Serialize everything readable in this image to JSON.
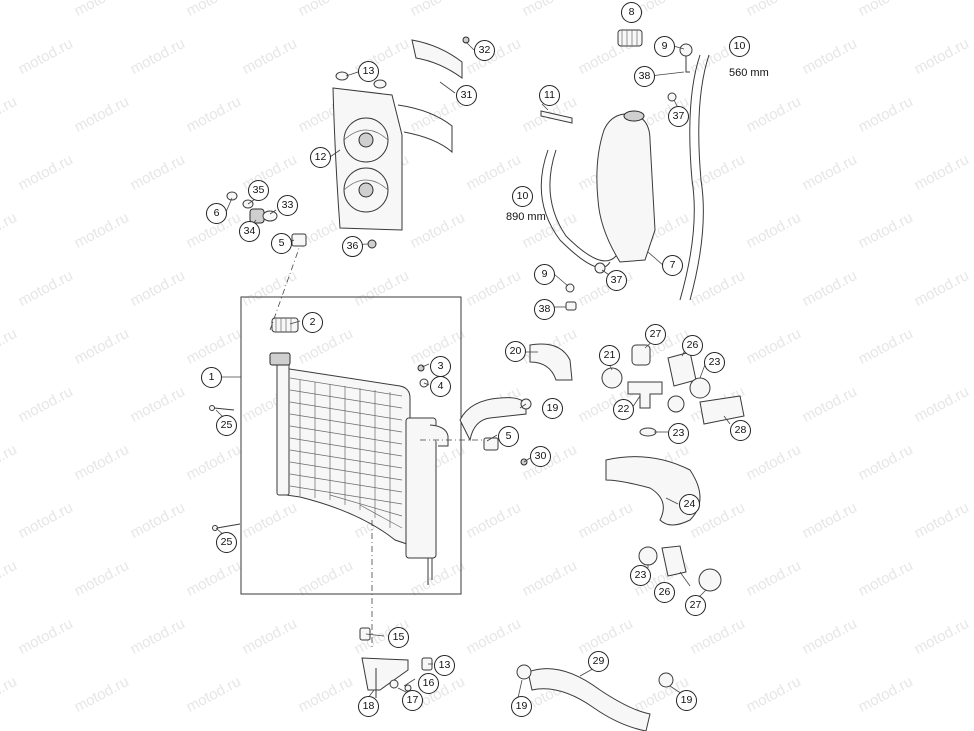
{
  "watermark": {
    "text": "motod.ru"
  },
  "dimensions": {
    "hose_short": "560 mm",
    "hose_long": "890 mm"
  },
  "callouts": [
    {
      "id": "c8",
      "label": "8"
    },
    {
      "id": "c9a",
      "label": "9"
    },
    {
      "id": "c10a",
      "label": "10"
    },
    {
      "id": "c32",
      "label": "32"
    },
    {
      "id": "c13a",
      "label": "13"
    },
    {
      "id": "c38a",
      "label": "38"
    },
    {
      "id": "c31",
      "label": "31"
    },
    {
      "id": "c11",
      "label": "11"
    },
    {
      "id": "c37a",
      "label": "37"
    },
    {
      "id": "c12",
      "label": "12"
    },
    {
      "id": "c35",
      "label": "35"
    },
    {
      "id": "c10b",
      "label": "10"
    },
    {
      "id": "c6",
      "label": "6"
    },
    {
      "id": "c33",
      "label": "33"
    },
    {
      "id": "c34",
      "label": "34"
    },
    {
      "id": "c5a",
      "label": "5"
    },
    {
      "id": "c36",
      "label": "36"
    },
    {
      "id": "c7",
      "label": "7"
    },
    {
      "id": "c9b",
      "label": "9"
    },
    {
      "id": "c37b",
      "label": "37"
    },
    {
      "id": "c38b",
      "label": "38"
    },
    {
      "id": "c2",
      "label": "2"
    },
    {
      "id": "c27a",
      "label": "27"
    },
    {
      "id": "c20",
      "label": "20"
    },
    {
      "id": "c21",
      "label": "21"
    },
    {
      "id": "c26a",
      "label": "26"
    },
    {
      "id": "c3",
      "label": "3"
    },
    {
      "id": "c23a",
      "label": "23"
    },
    {
      "id": "c1",
      "label": "1"
    },
    {
      "id": "c4",
      "label": "4"
    },
    {
      "id": "c19a",
      "label": "19"
    },
    {
      "id": "c22",
      "label": "22"
    },
    {
      "id": "c25a",
      "label": "25"
    },
    {
      "id": "c23b",
      "label": "23"
    },
    {
      "id": "c28",
      "label": "28"
    },
    {
      "id": "c5b",
      "label": "5"
    },
    {
      "id": "c30",
      "label": "30"
    },
    {
      "id": "c24",
      "label": "24"
    },
    {
      "id": "c25b",
      "label": "25"
    },
    {
      "id": "c23c",
      "label": "23"
    },
    {
      "id": "c26b",
      "label": "26"
    },
    {
      "id": "c27b",
      "label": "27"
    },
    {
      "id": "c15",
      "label": "15"
    },
    {
      "id": "c13b",
      "label": "13"
    },
    {
      "id": "c29",
      "label": "29"
    },
    {
      "id": "c16",
      "label": "16"
    },
    {
      "id": "c18",
      "label": "18"
    },
    {
      "id": "c17",
      "label": "17"
    },
    {
      "id": "c19b",
      "label": "19"
    },
    {
      "id": "c19c",
      "label": "19"
    }
  ]
}
